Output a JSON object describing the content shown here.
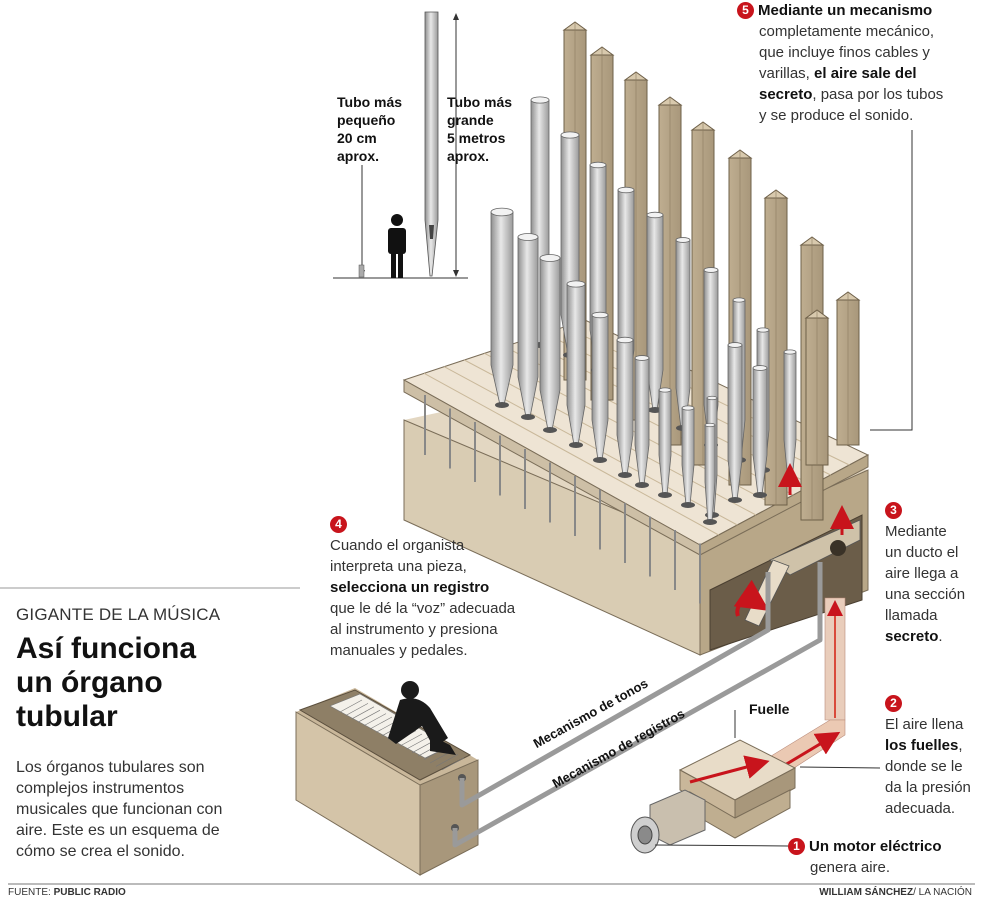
{
  "section_label": "GIGANTE DE LA MÚSICA",
  "title_lines": [
    "Así funciona",
    "un órgano",
    "tubular"
  ],
  "intro": "Los órganos tubulares son complejos instrumentos musicales que funcionan con aire. Este es un esquema de cómo se crea el sonido.",
  "scale": {
    "small_tube": [
      "Tubo más",
      "pequeño",
      "20 cm",
      "aprox."
    ],
    "big_tube": [
      "Tubo más",
      "grande",
      "5 metros",
      "aprox."
    ]
  },
  "steps": {
    "s1": {
      "num": "1",
      "bold": "Un motor eléctrico",
      "rest": "genera aire."
    },
    "s2": {
      "num": "2",
      "pre": "El aire llena",
      "bold": "los fuelles",
      "post": ",",
      "rest": [
        "donde se le",
        "da la presión",
        "adecuada."
      ]
    },
    "s3": {
      "num": "3",
      "lines": [
        "Mediante",
        "un ducto el",
        "aire llega a",
        "una sección",
        "llamada"
      ],
      "bold": "secreto",
      "post": "."
    },
    "s4": {
      "num": "4",
      "pre": [
        "Cuando el organista",
        "interpreta una pieza,"
      ],
      "bold": "selecciona un registro",
      "post": [
        "que le dé la “voz” adecuada",
        "al instrumento y presiona",
        "manuales y pedales."
      ]
    },
    "s5": {
      "num": "5",
      "title": "Mediante un mecanismo",
      "l1": "completamente mecánico,",
      "l2": "que incluye finos cables y",
      "l3a": "varillas, ",
      "l3b": "el aire sale del",
      "l4a": "secreto",
      "l4b": ", pasa por los tubos",
      "l5": "y se produce el sonido."
    }
  },
  "labels": {
    "fuelle": "Fuelle",
    "mec_tonos": "Mecanismo de tonos",
    "mec_registros": "Mecanismo de registros"
  },
  "footer": {
    "source_prefix": "FUENTE: ",
    "source": "PUBLIC RADIO",
    "author": "WILLIAM SÁNCHEZ",
    "outlet": "/ LA NACIÓN"
  },
  "colors": {
    "accent_red": "#c8141c",
    "wood": "#c9b79a",
    "wood_dark": "#a8977b",
    "wood_light": "#e8dcc8",
    "metal": "#c9c9c9",
    "line": "#333333"
  }
}
